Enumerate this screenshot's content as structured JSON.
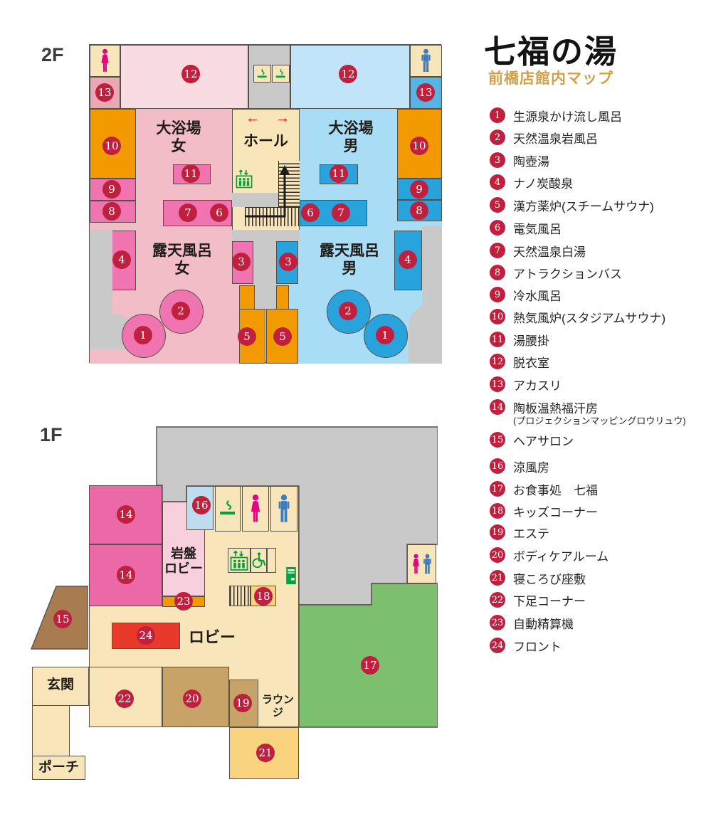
{
  "title": "七福の湯",
  "subtitle": "前橋店館内マップ",
  "floors": {
    "f2": "2F",
    "f1": "1F"
  },
  "colors": {
    "marker": "#c01f3e",
    "orange": "#f39a00",
    "women_zone": "#f3bdc8",
    "women_element": "#f074b0",
    "men_zone": "#a9dcf5",
    "men_element": "#29a3dc",
    "cream": "#f8e6ba",
    "gray": "#c9c9c9",
    "food_green": "#7cbf6f",
    "accent_gold": "#cfa14b",
    "front_red": "#e8392b"
  },
  "legend": {
    "items": [
      {
        "n": "1",
        "label": "生源泉かけ流し風呂"
      },
      {
        "n": "2",
        "label": "天然温泉岩風呂"
      },
      {
        "n": "3",
        "label": "陶壺湯"
      },
      {
        "n": "4",
        "label": "ナノ炭酸泉"
      },
      {
        "n": "5",
        "label": "漢方薬炉(スチームサウナ)"
      },
      {
        "n": "6",
        "label": "電気風呂"
      },
      {
        "n": "7",
        "label": "天然温泉白湯"
      },
      {
        "n": "8",
        "label": "アトラクションバス"
      },
      {
        "n": "9",
        "label": "冷水風呂"
      },
      {
        "n": "10",
        "label": "熱気風炉(スタジアムサウナ)"
      },
      {
        "n": "11",
        "label": "湯腰掛"
      },
      {
        "n": "12",
        "label": "脱衣室"
      },
      {
        "n": "13",
        "label": "アカスリ"
      },
      {
        "n": "14",
        "label": "陶板温熱福汗房",
        "sub": "(プロジェクションマッピングロウリュウ)"
      },
      {
        "n": "15",
        "label": "ヘアサロン"
      },
      {
        "n": "16",
        "label": "涼風房"
      },
      {
        "n": "17",
        "label": "お食事処　七福"
      },
      {
        "n": "18",
        "label": "キッズコーナー"
      },
      {
        "n": "19",
        "label": "エステ"
      },
      {
        "n": "20",
        "label": "ボディケアルーム"
      },
      {
        "n": "21",
        "label": "寝ころび座敷"
      },
      {
        "n": "22",
        "label": "下足コーナー"
      },
      {
        "n": "23",
        "label": "自動精算機"
      },
      {
        "n": "24",
        "label": "フロント"
      }
    ]
  },
  "rooms": {
    "f2": {
      "bath_women_1": "大浴場",
      "bath_women_2": "女",
      "bath_men_1": "大浴場",
      "bath_men_2": "男",
      "hall": "ホール",
      "roten_women_1": "露天風呂",
      "roten_women_2": "女",
      "roten_men_1": "露天風呂",
      "roten_men_2": "男",
      "arrow_left": "←",
      "arrow_right": "→"
    },
    "f1": {
      "ganban_1": "岩盤",
      "ganban_2": "ロビー",
      "lobby": "ロビー",
      "genkan": "玄関",
      "porch": "ポーチ",
      "lounge": "ラウンジ"
    }
  },
  "markers": {
    "f2": [
      "13",
      "12",
      "12",
      "13",
      "10",
      "11",
      "9",
      "8",
      "7",
      "6",
      "6",
      "7",
      "11",
      "10",
      "9",
      "8",
      "4",
      "3",
      "3",
      "4",
      "2",
      "1",
      "5",
      "5",
      "2",
      "1"
    ],
    "f1": [
      "14",
      "14",
      "16",
      "23",
      "15",
      "24",
      "18",
      "22",
      "20",
      "19",
      "17",
      "21"
    ]
  }
}
